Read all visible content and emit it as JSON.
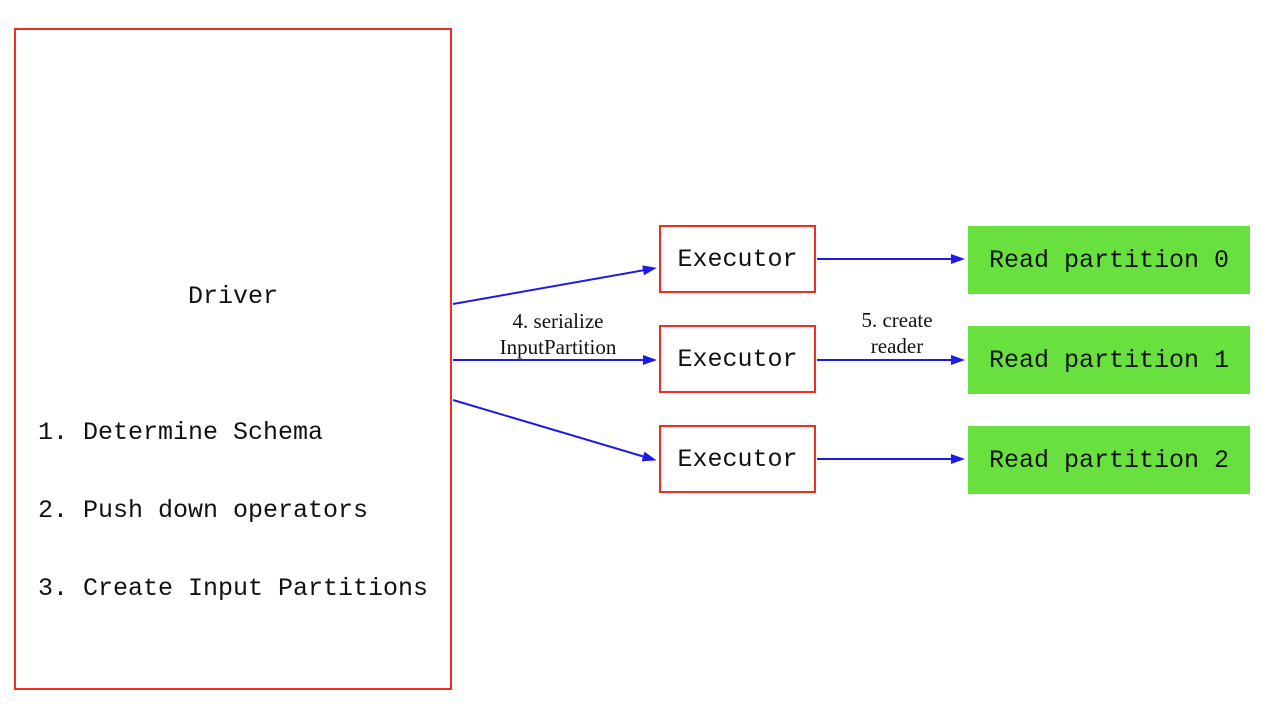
{
  "driver": {
    "title": "Driver",
    "steps": [
      "1. Determine Schema",
      "2. Push down operators",
      "3. Create Input Partitions"
    ]
  },
  "executors": [
    {
      "label": "Executor"
    },
    {
      "label": "Executor"
    },
    {
      "label": "Executor"
    }
  ],
  "partitions": [
    {
      "label": "Read partition 0"
    },
    {
      "label": "Read partition 1"
    },
    {
      "label": "Read partition 2"
    }
  ],
  "edge_labels": {
    "serialize": {
      "line1": "4. serialize",
      "line2": "InputPartition"
    },
    "create_reader": {
      "line1": "5. create",
      "line2": "reader"
    }
  },
  "colors": {
    "box_border": "#ee2e20",
    "partition_fill": "#68e13f",
    "arrow": "#1b1be6"
  }
}
